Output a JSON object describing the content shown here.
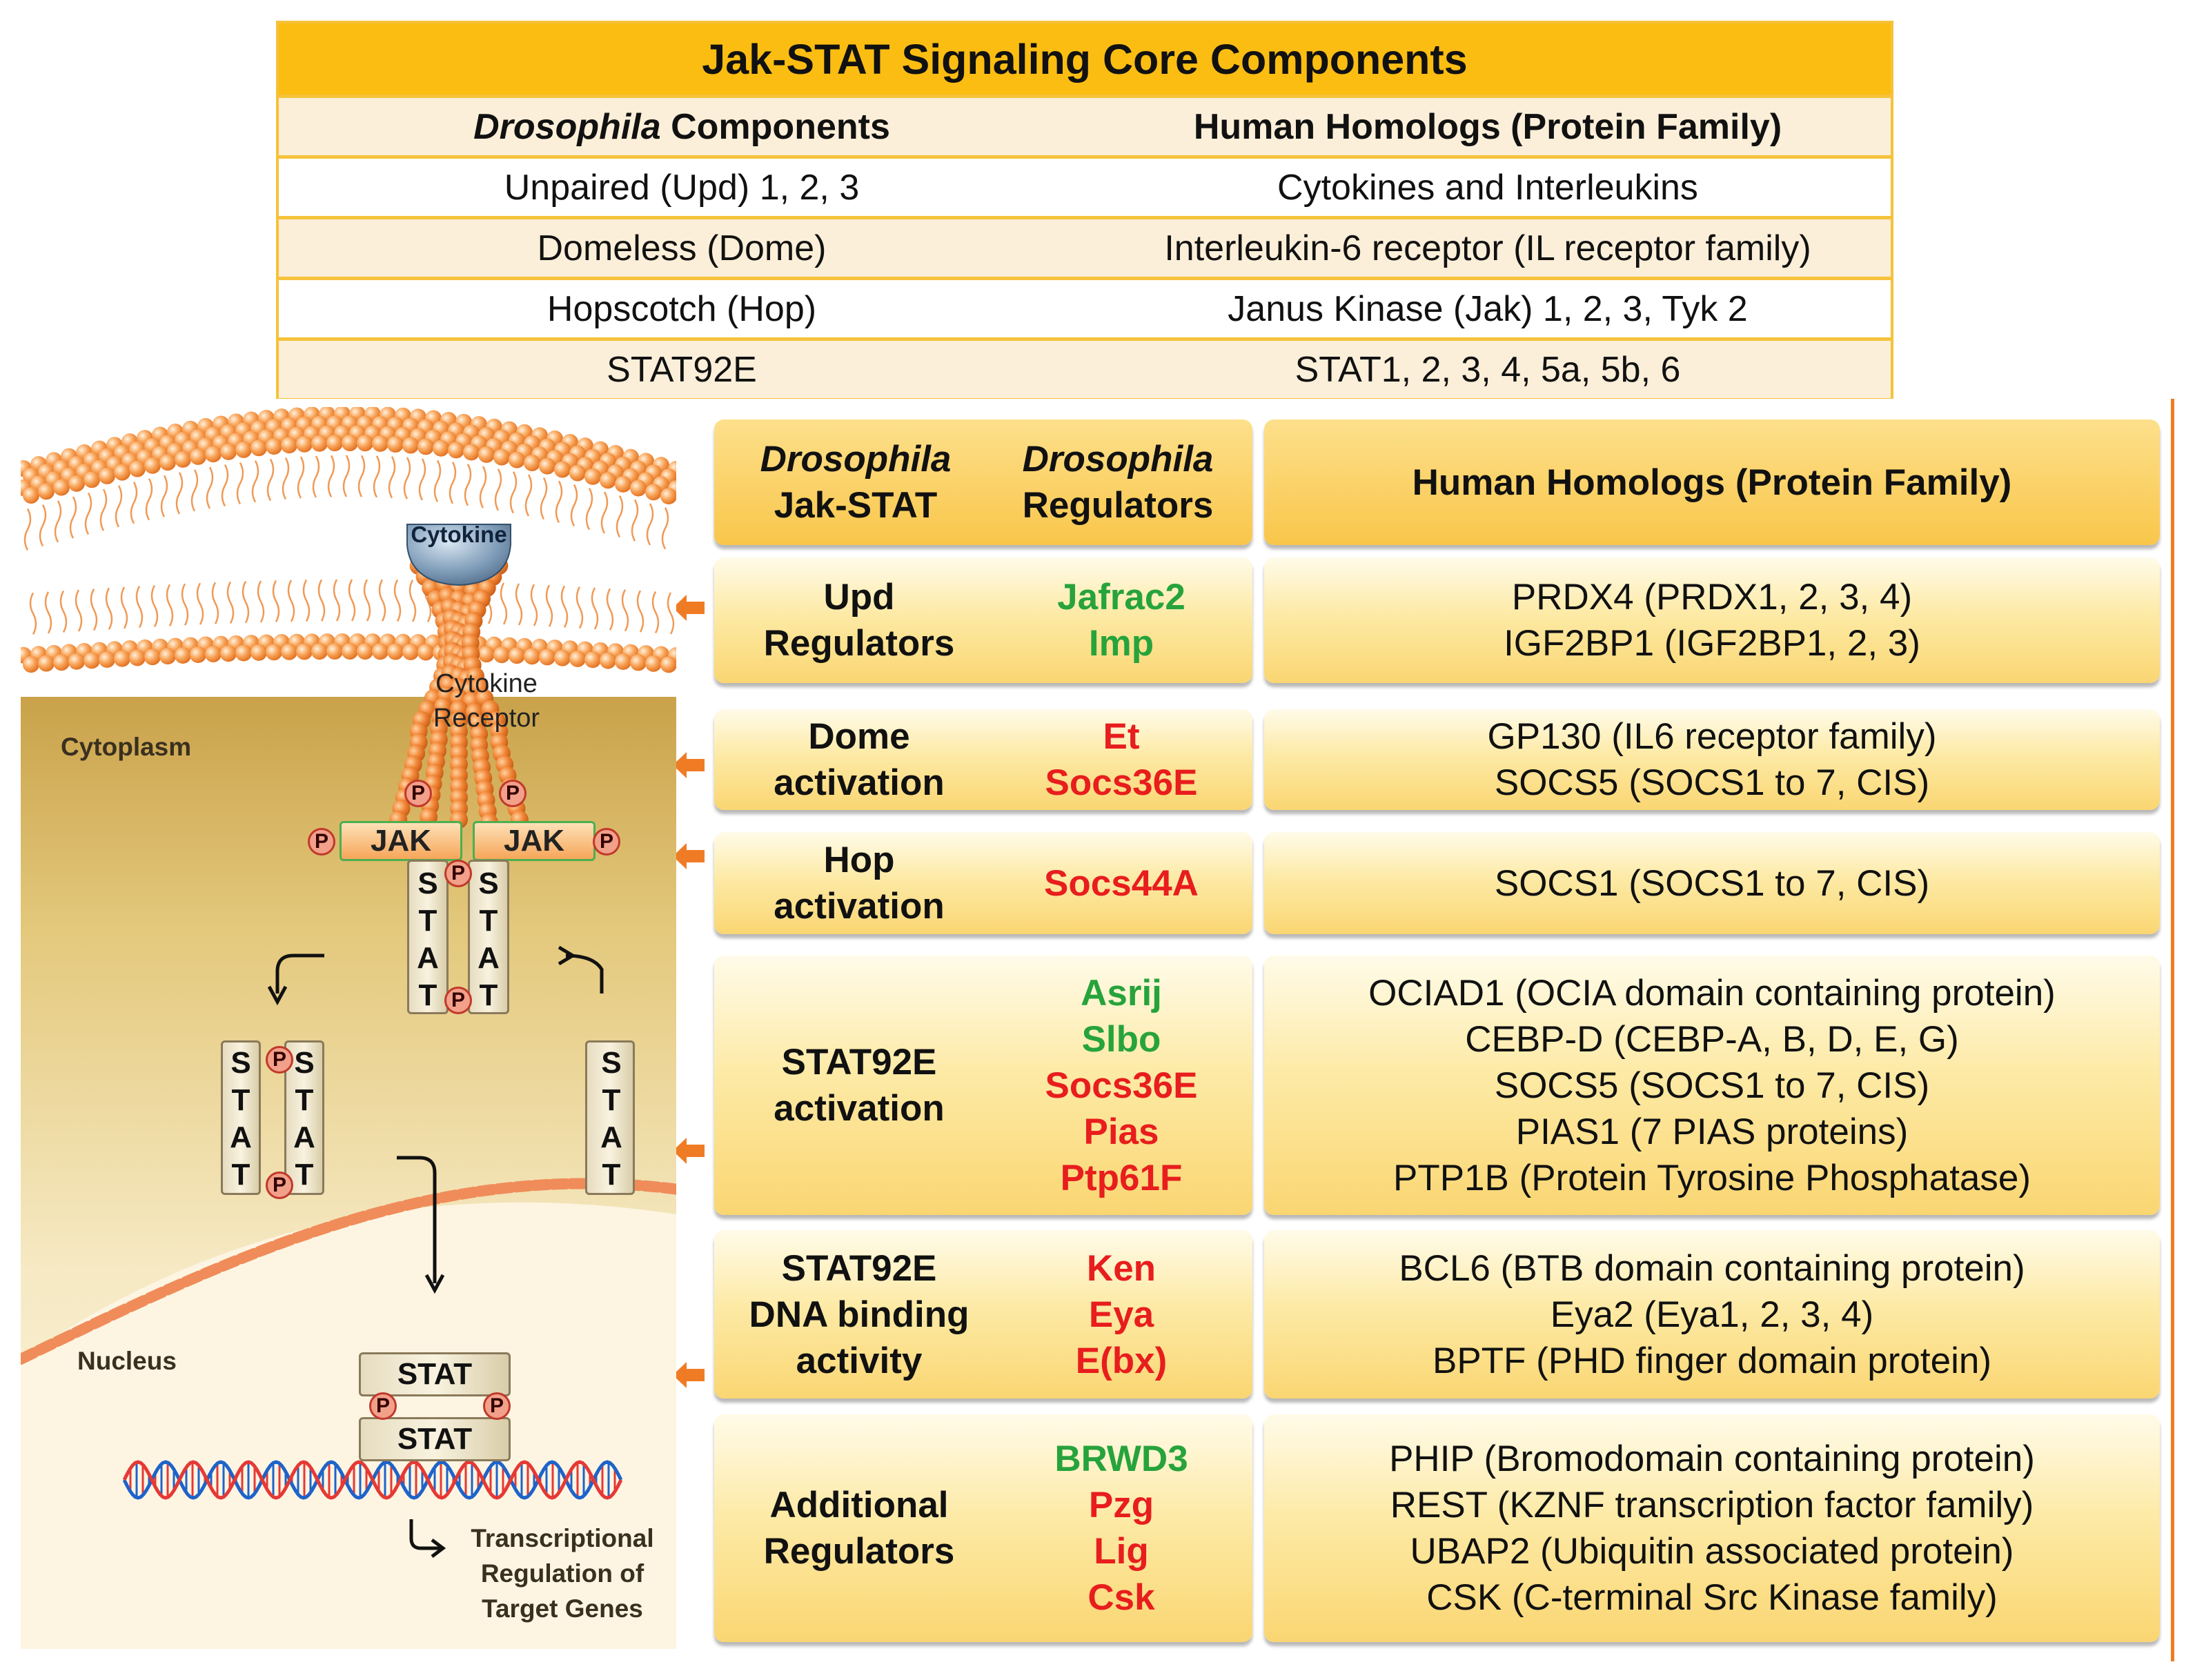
{
  "core": {
    "title": "Jak-STAT Signaling Core Components",
    "col1_header_italic": "Drosophila",
    "col1_header_rest": " Components",
    "col2_header": "Human Homologs (Protein Family)",
    "rows": [
      {
        "dros": "Unpaired (Upd) 1, 2, 3",
        "human": "Cytokines and Interleukins"
      },
      {
        "dros": "Domeless (Dome)",
        "human": "Interleukin-6 receptor (IL receptor family)"
      },
      {
        "dros": "Hopscotch (Hop)",
        "human": "Janus Kinase (Jak) 1, 2, 3, Tyk 2"
      },
      {
        "dros": "STAT92E",
        "human": "STAT1, 2, 3, 4, 5a, 5b, 6"
      }
    ]
  },
  "regulators": {
    "header": {
      "col1_italic": "Drosophila",
      "col1_rest": "Jak-STAT",
      "col2_italic": "Drosophila",
      "col2_rest": "Regulators",
      "col3": "Human Homologs (Protein Family)"
    },
    "groups": [
      {
        "name": [
          "Upd",
          "Regulators"
        ],
        "regs": [
          {
            "t": "Jafrac2",
            "c": "green"
          },
          {
            "t": "Imp",
            "c": "green"
          }
        ],
        "human": [
          "PRDX4 (PRDX1, 2, 3, 4)",
          "IGF2BP1 (IGF2BP1, 2, 3)"
        ]
      },
      {
        "name": [
          "Dome",
          "activation"
        ],
        "regs": [
          {
            "t": "Et",
            "c": "red"
          },
          {
            "t": "Socs36E",
            "c": "red"
          }
        ],
        "human": [
          "GP130 (IL6 receptor family)",
          "SOCS5 (SOCS1 to 7, CIS)"
        ]
      },
      {
        "name": [
          "Hop",
          "activation"
        ],
        "regs": [
          {
            "t": "Socs44A",
            "c": "red"
          }
        ],
        "human": [
          "SOCS1 (SOCS1 to 7, CIS)"
        ]
      },
      {
        "name": [
          "STAT92E",
          "activation"
        ],
        "regs": [
          {
            "t": "Asrij",
            "c": "green"
          },
          {
            "t": "Slbo",
            "c": "green"
          },
          {
            "t": "Socs36E",
            "c": "red"
          },
          {
            "t": "Pias",
            "c": "red"
          },
          {
            "t": "Ptp61F",
            "c": "red"
          }
        ],
        "human": [
          "OCIAD1 (OCIA domain containing protein)",
          "CEBP-D (CEBP-A, B, D, E, G)",
          "SOCS5 (SOCS1 to 7, CIS)",
          "PIAS1 (7 PIAS proteins)",
          "PTP1B (Protein Tyrosine Phosphatase)"
        ]
      },
      {
        "name": [
          "STAT92E",
          "DNA binding",
          "activity"
        ],
        "regs": [
          {
            "t": "Ken",
            "c": "red"
          },
          {
            "t": "Eya",
            "c": "red"
          },
          {
            "t": "E(bx)",
            "c": "red"
          }
        ],
        "human": [
          "BCL6 (BTB domain containing protein)",
          "Eya2 (Eya1, 2, 3, 4)",
          "BPTF (PHD finger domain protein)"
        ]
      },
      {
        "name": [
          "Additional",
          "Regulators"
        ],
        "regs": [
          {
            "t": "BRWD3",
            "c": "green"
          },
          {
            "t": "Pzg",
            "c": "red"
          },
          {
            "t": "Lig",
            "c": "red"
          },
          {
            "t": "Csk",
            "c": "red"
          }
        ],
        "human": [
          "PHIP (Bromodomain containing protein)",
          "REST (KZNF transcription factor family)",
          "UBAP2 (Ubiquitin associated protein)",
          "CSK (C-terminal Src Kinase family)"
        ]
      }
    ]
  },
  "diagram": {
    "cytokine": "Cytokine",
    "receptor": [
      "Cytokine",
      "Receptor"
    ],
    "cytoplasm": "Cytoplasm",
    "nucleus": "Nucleus",
    "jak": "JAK",
    "p": "P",
    "stat_letters": [
      "S",
      "T",
      "A",
      "T"
    ],
    "stat_word": "STAT",
    "transcription": [
      "Transcriptional",
      "Regulation of",
      "Target Genes"
    ]
  },
  "colors": {
    "table_gold": "#fbbd12",
    "table_border": "#f5c23a",
    "activator_green": "#27a33c",
    "inhibitor_red": "#e81d1d",
    "arrow_orange": "#f07b25"
  }
}
